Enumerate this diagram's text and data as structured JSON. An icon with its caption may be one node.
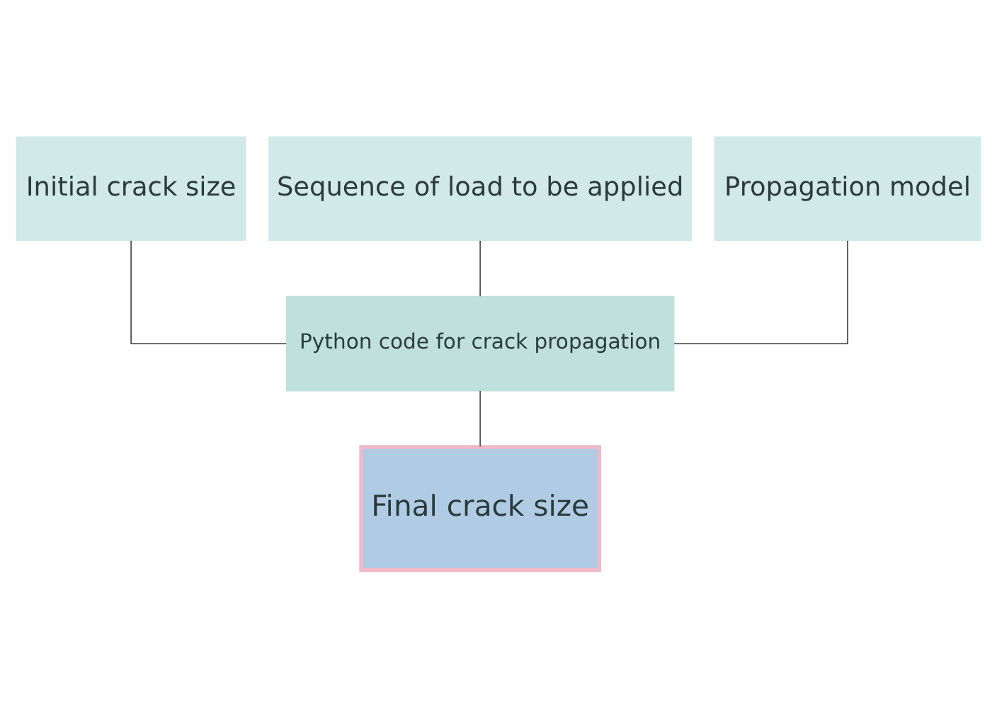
{
  "diagram": {
    "nodes": [
      {
        "text": [
          "Initial crack size"
        ]
      },
      {
        "text": [
          "Sequence of load to be applied"
        ]
      },
      {
        "text": [
          "Propagation model"
        ]
      },
      {
        "text": [
          "Python code for crack propagation"
        ]
      },
      {
        "text": [
          "Final crack size"
        ]
      }
    ],
    "edges": [
      {
        "from": 0,
        "to": 3,
        "arrow": "none"
      },
      {
        "from": 1,
        "to": 3,
        "arrow": "none"
      },
      {
        "from": 2,
        "to": 3,
        "arrow": "none"
      },
      {
        "from": 3,
        "to": 4,
        "arrow": "none"
      }
    ]
  }
}
